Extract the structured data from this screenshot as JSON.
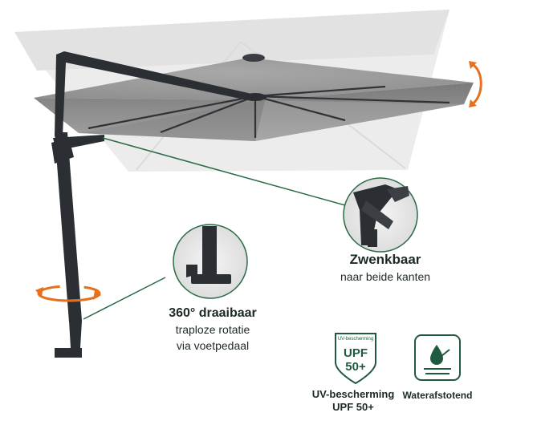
{
  "features": {
    "swivel": {
      "title": "Zwenkbaar",
      "subtitle": "naar beide kanten"
    },
    "rotation": {
      "title": "360° draaibaar",
      "line1": "traploze rotatie",
      "line2": "via voetpedaal"
    },
    "uv": {
      "badge_small": "UV-bescherming",
      "badge_big1": "UPF",
      "badge_big2": "50+",
      "label1": "UV-bescherming",
      "label2": "UPF 50+"
    },
    "water": {
      "label": "Waterafstotend"
    }
  },
  "colors": {
    "accent_green": "#1f5a3e",
    "arrow_orange": "#e8701d",
    "canopy_grey": "#9a9a9a",
    "ghost_canopy": "#ebebeb",
    "frame_dark": "#2b2f33"
  },
  "icons": [
    "rotate-arrow-icon",
    "shield-icon",
    "water-drop-icon"
  ]
}
